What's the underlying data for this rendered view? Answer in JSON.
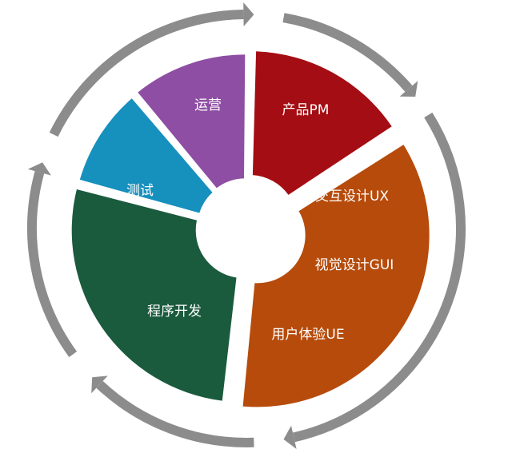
{
  "diagram": {
    "segments": [
      {
        "id": "product",
        "color": "#a40d13",
        "labels": [
          "产品PM"
        ]
      },
      {
        "id": "design",
        "color": "#b64b0b",
        "labels": [
          "交互设计UX",
          "视觉设计GUI",
          "用户体验UE"
        ]
      },
      {
        "id": "dev",
        "color": "#1a5a3d",
        "labels": [
          "程序开发"
        ]
      },
      {
        "id": "test",
        "color": "#1690bd",
        "labels": [
          "测试"
        ]
      },
      {
        "id": "ops",
        "color": "#8e4ea3",
        "labels": [
          "运营"
        ]
      }
    ],
    "ring_color": "#8c8c8c",
    "hub_color": "#ffffff"
  }
}
